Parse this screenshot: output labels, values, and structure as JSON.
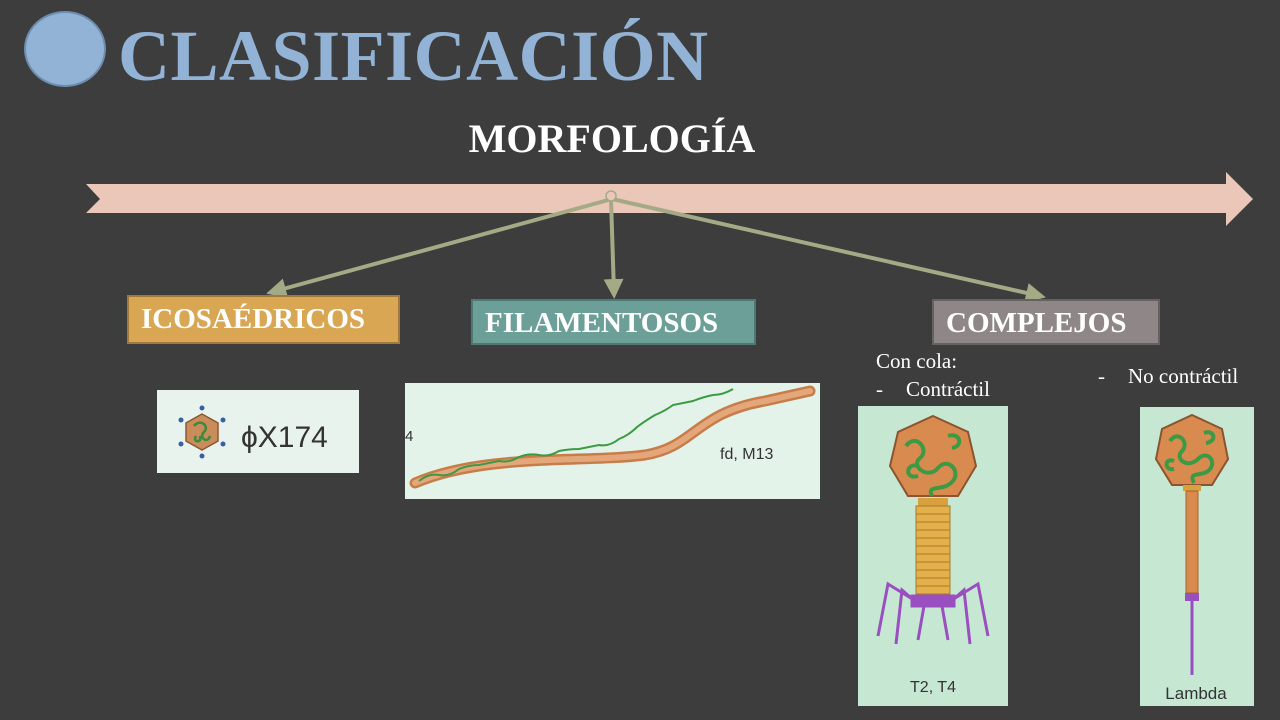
{
  "title": "CLASIFICACIÓN",
  "subtitle": "MORFOLOGÍA",
  "categories": [
    {
      "label": "ICOSAÉDRICOS",
      "color": "#d9a653"
    },
    {
      "label": "FILAMENTOSOS",
      "color": "#6b9f98"
    },
    {
      "label": "COMPLEJOS",
      "color": "#8f8787"
    }
  ],
  "complejos_notes": {
    "heading": "Con cola:",
    "tailed_contractile": "Contráctil",
    "non_contractile": "No contráctil",
    "bullet": "-"
  },
  "images": {
    "icosahedral_label": "ϕX174",
    "filamentous_label": "fd, M13",
    "filamentous_edge_fragment": "4",
    "contractile_label": "T2, T4",
    "non_contractile_label": "Lambda"
  },
  "colors": {
    "background": "#3d3d3d",
    "title": "#92b3d6",
    "timeline_arrow": "#ebc7ba",
    "connector_arrows": "#a3aa85"
  }
}
